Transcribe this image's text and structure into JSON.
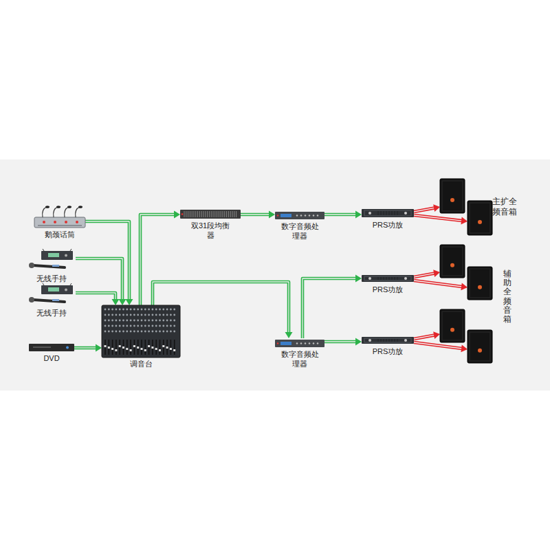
{
  "diagram": {
    "nodes": [
      {
        "text": [
          "鹅颈话筒"
        ]
      },
      {
        "text": [
          "无线手持"
        ]
      },
      {
        "text": [
          "无线手持"
        ]
      },
      {
        "text": [
          "DVD"
        ]
      },
      {
        "text": [
          "调音台"
        ]
      },
      {
        "text": [
          "双31段均衡器"
        ]
      },
      {
        "text": [
          "数字音频处理器"
        ]
      },
      {
        "text": [
          "PRS功放"
        ]
      },
      {
        "text": [
          "主扩全频音箱"
        ]
      },
      {
        "text": [
          "PRS功放"
        ]
      },
      {
        "text": [
          "数字音频处理器"
        ]
      },
      {
        "text": [
          "PRS功放"
        ]
      },
      {
        "text": [
          "辅助全频音箱"
        ]
      }
    ],
    "edges": [
      {
        "from": 0,
        "to": 4,
        "arrow": "to"
      },
      {
        "from": 1,
        "to": 4,
        "arrow": "to"
      },
      {
        "from": 2,
        "to": 4,
        "arrow": "to"
      },
      {
        "from": 3,
        "to": 4,
        "arrow": "to"
      },
      {
        "from": 4,
        "to": 5,
        "arrow": "to"
      },
      {
        "from": 5,
        "to": 6,
        "arrow": "to"
      },
      {
        "from": 6,
        "to": 7,
        "arrow": "to"
      },
      {
        "from": 7,
        "to": 8,
        "arrow": "to"
      },
      {
        "from": 4,
        "to": 10,
        "arrow": "to"
      },
      {
        "from": 10,
        "to": 9,
        "arrow": "to"
      },
      {
        "from": 10,
        "to": 11,
        "arrow": "to"
      },
      {
        "from": 9,
        "to": 12,
        "arrow": "to"
      },
      {
        "from": 11,
        "to": 12,
        "arrow": "to"
      }
    ]
  }
}
